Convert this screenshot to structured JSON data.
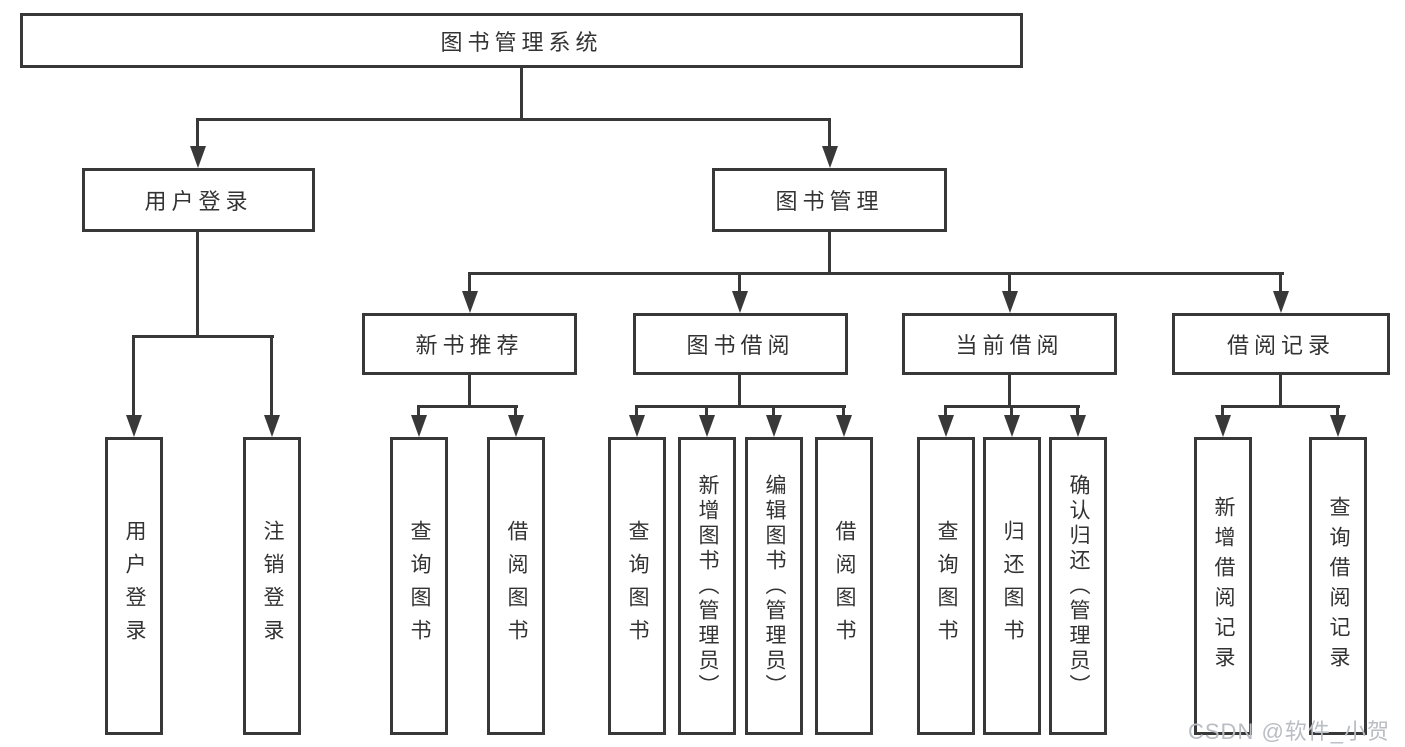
{
  "diagram": {
    "watermark": "CSDN @软件_小贺同学",
    "colors": {
      "line": "#383838",
      "text": "#333333",
      "watermark": "#b9bdc4",
      "background": "#ffffff"
    },
    "tree": {
      "label": "图书管理系统",
      "children": [
        {
          "label": "用户登录",
          "children": [
            {
              "label": "用户登录"
            },
            {
              "label": "注销登录"
            }
          ]
        },
        {
          "label": "图书管理",
          "children": [
            {
              "label": "新书推荐",
              "children": [
                {
                  "label": "查询图书"
                },
                {
                  "label": "借阅图书"
                }
              ]
            },
            {
              "label": "图书借阅",
              "children": [
                {
                  "label": "查询图书"
                },
                {
                  "label": "新增图书（管理员）"
                },
                {
                  "label": "编辑图书（管理员）"
                },
                {
                  "label": "借阅图书"
                }
              ]
            },
            {
              "label": "当前借阅",
              "children": [
                {
                  "label": "查询图书"
                },
                {
                  "label": "归还图书"
                },
                {
                  "label": "确认归还（管理员）"
                }
              ]
            },
            {
              "label": "借阅记录",
              "children": [
                {
                  "label": "新增借阅记录"
                },
                {
                  "label": "查询借阅记录"
                }
              ]
            }
          ]
        }
      ]
    }
  }
}
